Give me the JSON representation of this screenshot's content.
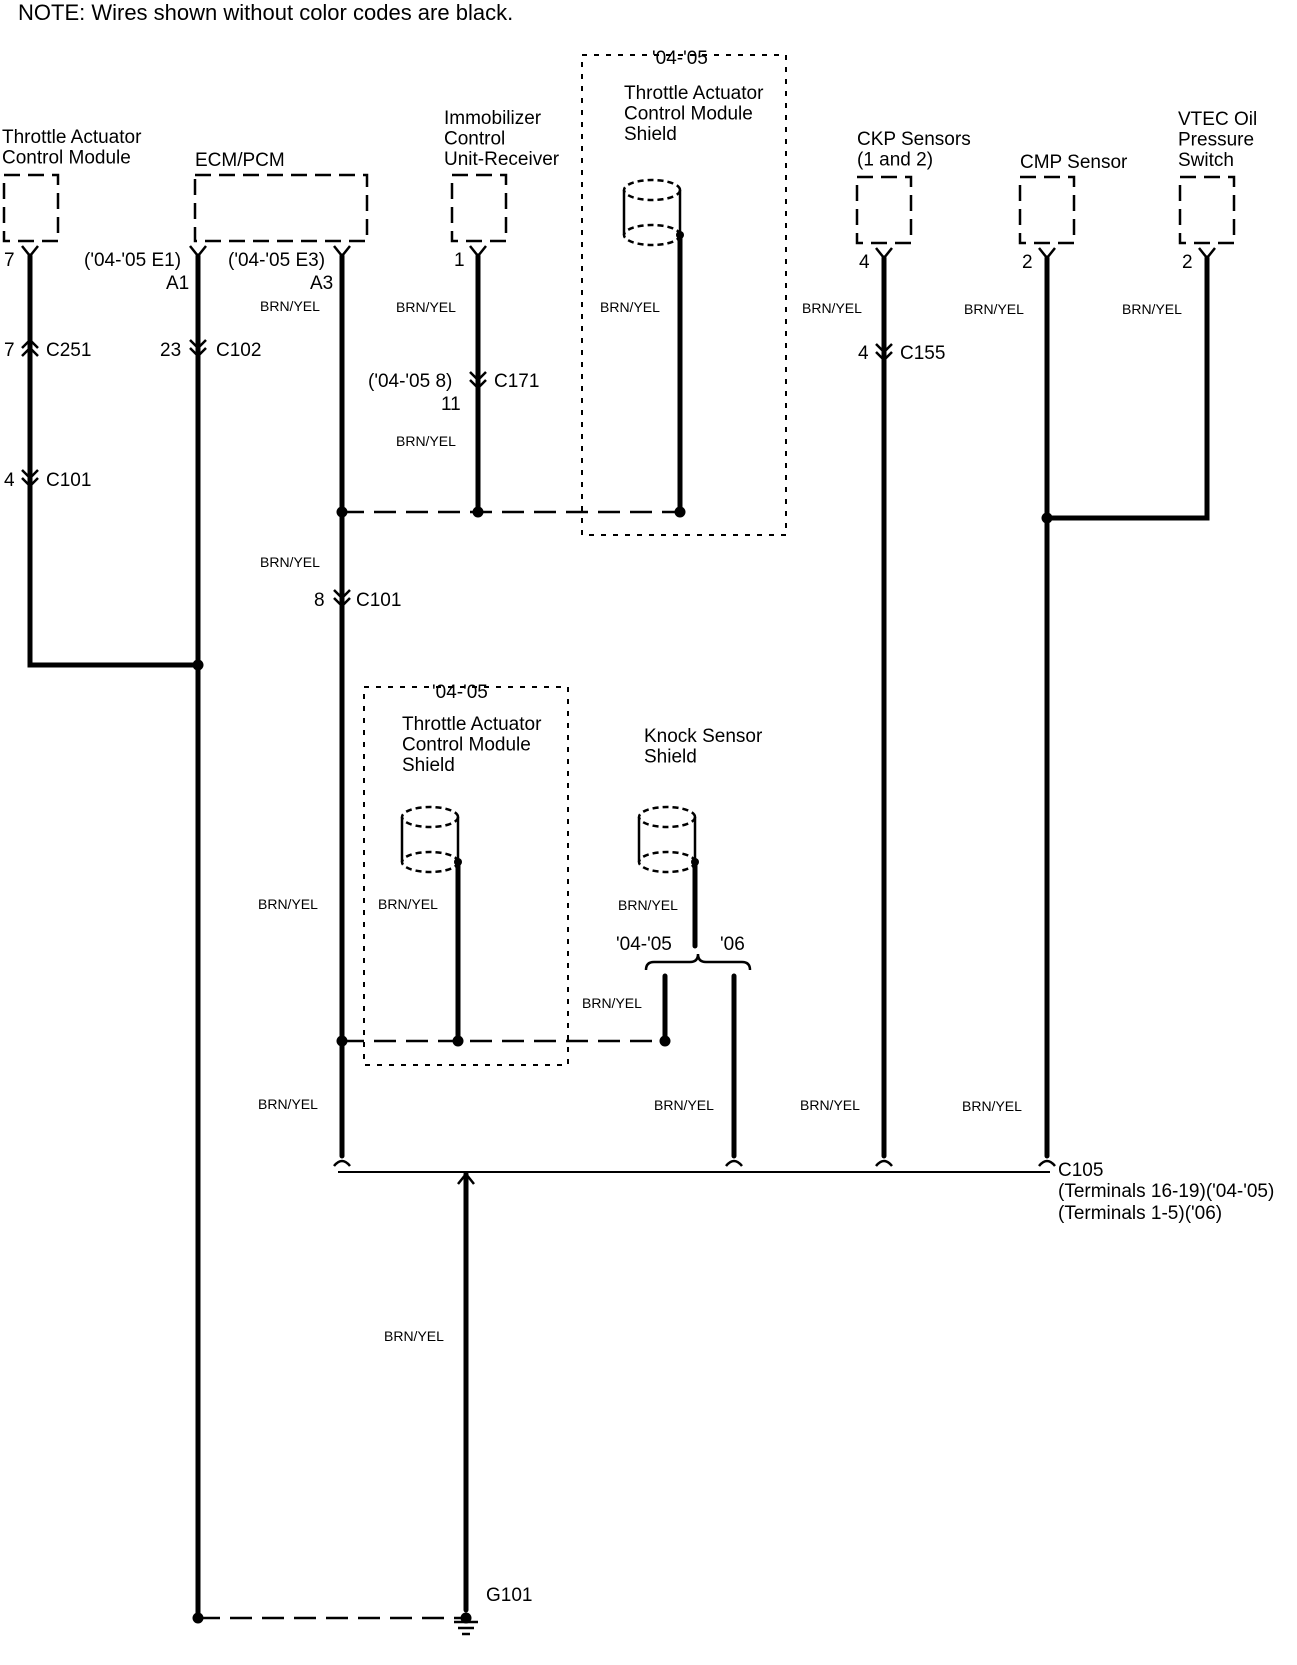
{
  "note": "NOTE: Wires shown without color codes are black.",
  "wire_color": "BRN/YEL",
  "components": {
    "tacm": "Throttle Actuator\nControl Module",
    "ecm": "ECM/PCM",
    "immob": "Immobilizer\nControl\nUnit-Receiver",
    "tacm_shield_top": "Throttle Actuator\nControl Module\nShield",
    "tacm_shield_top_year": "'04-'05",
    "ckp": "CKP Sensors\n(1 and 2)",
    "cmp": "CMP Sensor",
    "vtec": "VTEC Oil\nPressure\nSwitch",
    "tacm_shield_bottom": "Throttle Actuator\nControl Module\nShield",
    "tacm_shield_bottom_year": "'04-'05",
    "knock": "Knock Sensor\nShield",
    "knock_year_a": "'04-'05",
    "knock_year_b": "'06",
    "ground": "G101"
  },
  "pins": {
    "tacm_pin": "7",
    "ecm_e1": "('04-'05 E1)",
    "ecm_a1": "A1",
    "ecm_e3": "('04-'05 E3)",
    "ecm_a3": "A3",
    "immob_pin": "1",
    "ckp_pin": "4",
    "cmp_pin": "2",
    "vtec_pin": "2"
  },
  "connectors": {
    "c251_pin": "7",
    "c251": "C251",
    "c102_pin": "23",
    "c102": "C102",
    "c101a_pin": "4",
    "c101a": "C101",
    "c171_pin_a": "('04-'05 8)",
    "c171_pin_b": "11",
    "c171": "C171",
    "c101b_pin": "8",
    "c101b": "C101",
    "c155_pin": "4",
    "c155": "C155",
    "c105": "C105",
    "c105_t1": "(Terminals 16-19)('04-'05)",
    "c105_t2": "(Terminals 1-5)('06)"
  }
}
